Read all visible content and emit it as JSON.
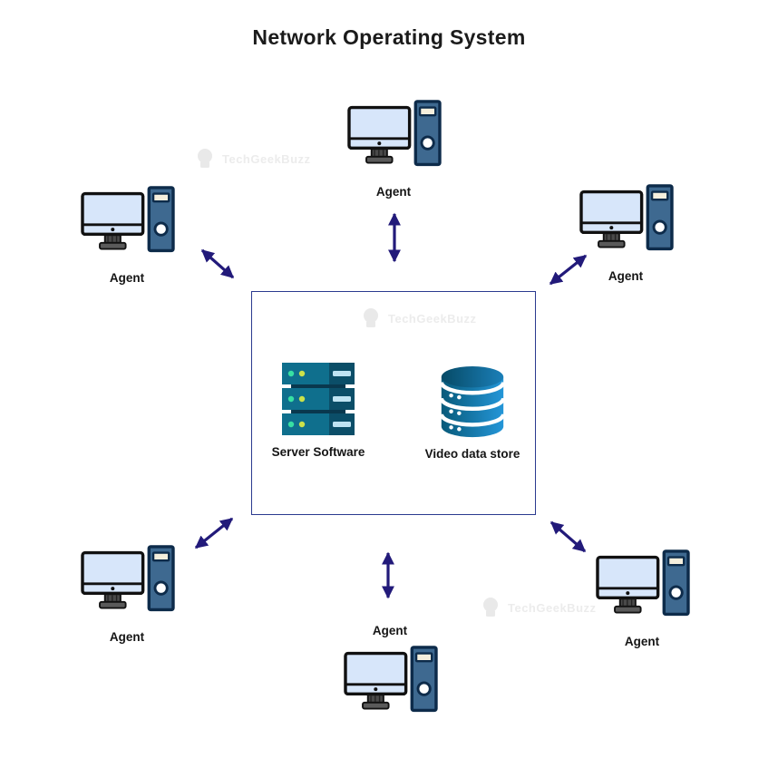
{
  "title": "Network Operating System",
  "center_box": {
    "items": [
      {
        "label": "Server Software",
        "icon": "server-rack-icon"
      },
      {
        "label": "Video data store",
        "icon": "database-cylinder-icon"
      }
    ]
  },
  "agents": [
    {
      "id": "top",
      "label": "Agent"
    },
    {
      "id": "top-left",
      "label": "Agent"
    },
    {
      "id": "top-right",
      "label": "Agent"
    },
    {
      "id": "bottom-left",
      "label": "Agent"
    },
    {
      "id": "bottom-right",
      "label": "Agent"
    },
    {
      "id": "bottom",
      "label": "Agent"
    }
  ],
  "watermark": {
    "text": "TechGeekBuzz",
    "icon": "lightbulb-icon"
  },
  "icons": {
    "agent": "desktop-computer-icon",
    "connection": "double-headed-arrow",
    "server": "server-rack-icon",
    "datastore": "database-cylinder-icon"
  },
  "colors": {
    "arrow": "#221a7a",
    "box_border": "#2b3a8f",
    "title_text": "#1b1b1b",
    "label_text": "#151515",
    "watermark": "#ececec",
    "monitor_screen": "#d7e6fa",
    "tower_fill": "#3e6990",
    "tower_outline": "#0d2b4a",
    "server_teal": "#0f6f8d",
    "server_dark": "#0b4e68",
    "server_back": "#09384e",
    "led_green": "#37e0a3",
    "led_yellow": "#cbe24a",
    "slot_blue": "#bfe3f2",
    "db_gradient_start": "#085a7a",
    "db_gradient_end": "#2496d8"
  }
}
